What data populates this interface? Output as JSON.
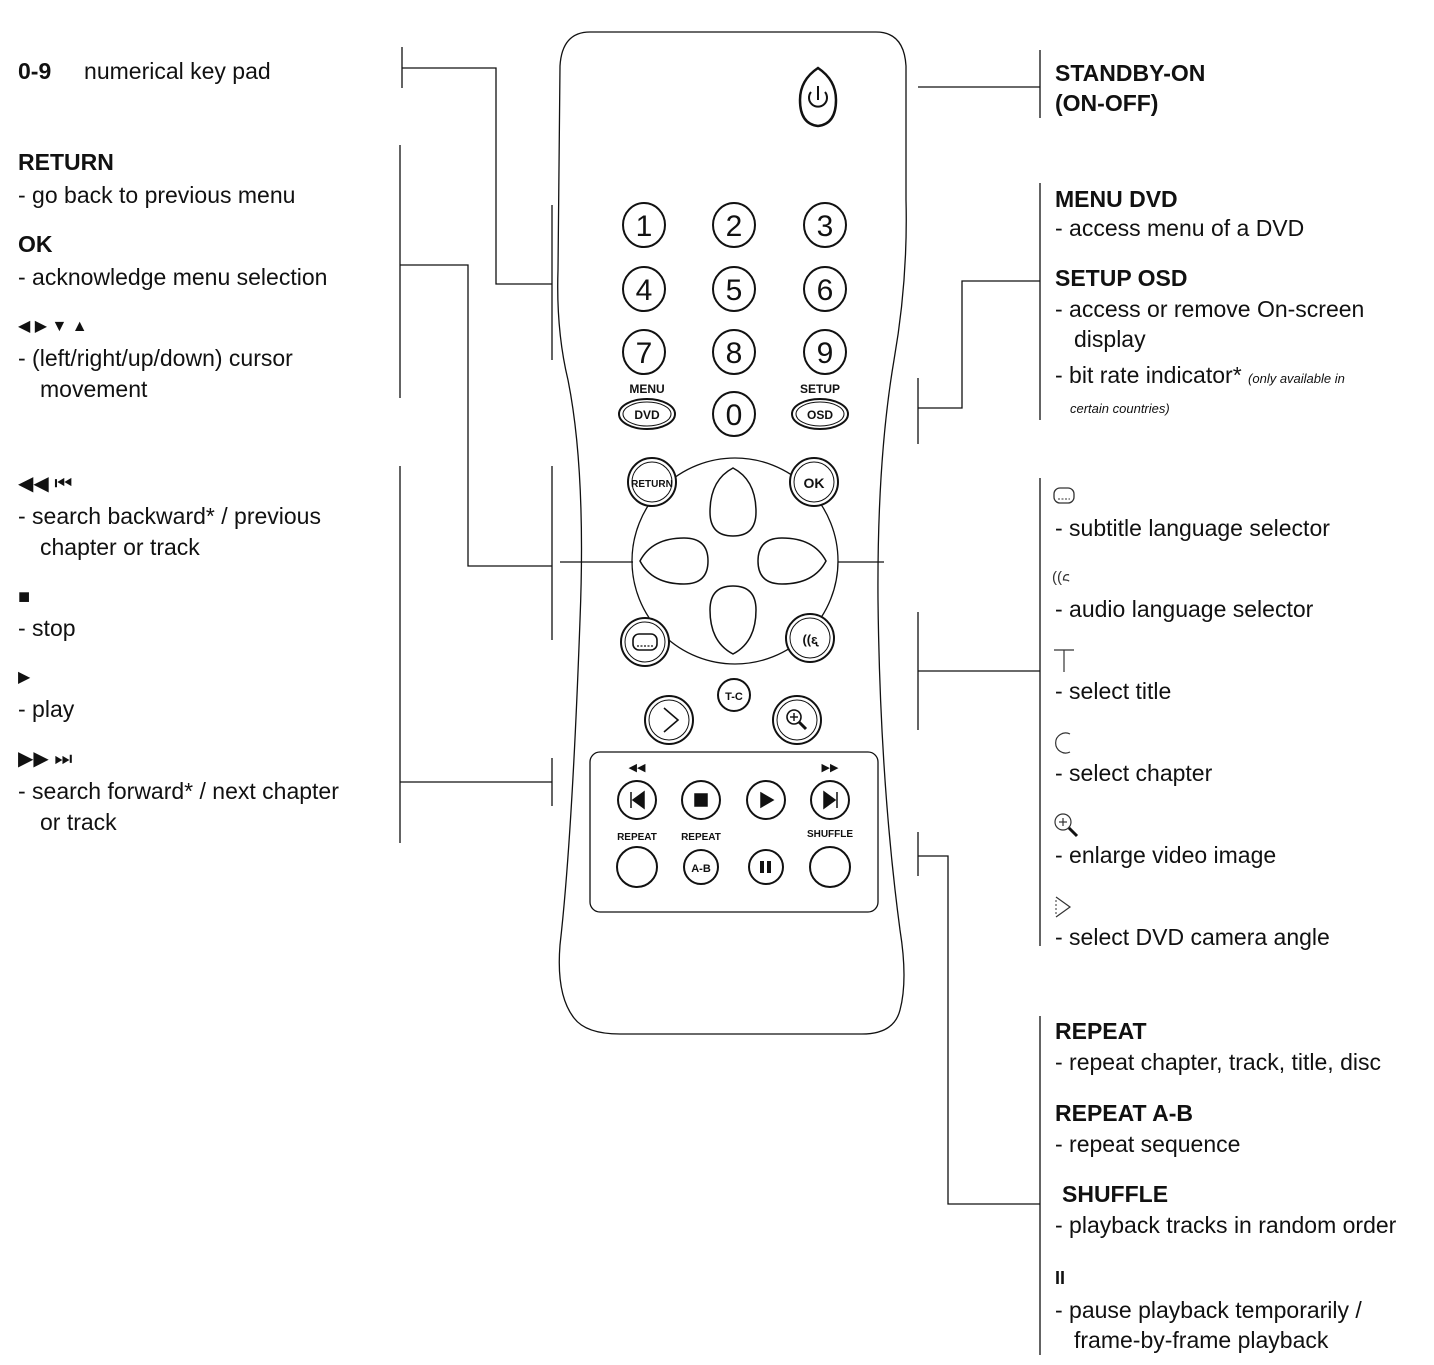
{
  "left": {
    "keypad": {
      "key": "0-9",
      "desc": "numerical key pad"
    },
    "return": {
      "title": "RETURN",
      "desc": "-  go back to previous menu"
    },
    "ok": {
      "title": "OK",
      "desc": "-  acknowledge menu selection"
    },
    "cursor": {
      "title": "◀ ▶ ▼ ▲",
      "desc1": "-  (left/right/up/down) cursor",
      "desc2": "movement"
    },
    "search_back": {
      "title": "◀◀   ⏮",
      "desc1": "-  search backward* / previous",
      "desc2": "chapter or track"
    },
    "stop": {
      "title": "■",
      "desc": "-  stop"
    },
    "play": {
      "title": "▶",
      "desc": "-  play"
    },
    "search_fwd": {
      "title": "▶▶   ⏭",
      "desc1": "-  search forward* / next chapter",
      "desc2": "or track"
    }
  },
  "right": {
    "standby": {
      "line1": "STANDBY-ON",
      "line2": "(ON-OFF)"
    },
    "menu_dvd": {
      "title": "MENU DVD",
      "desc": "- access menu of a DVD"
    },
    "setup_osd": {
      "title": "SETUP OSD",
      "desc1": "- access or remove On-screen",
      "desc2": "display",
      "desc3": "- bit rate indicator*",
      "note1": "(only available in",
      "note2": "certain countries)"
    },
    "subtitle": {
      "desc": "- subtitle language selector"
    },
    "audio": {
      "desc": "- audio language selector"
    },
    "title": {
      "desc": "- select title"
    },
    "chapter": {
      "desc": "- select chapter"
    },
    "zoom": {
      "desc": "- enlarge video image"
    },
    "angle": {
      "desc": "- select DVD camera angle"
    },
    "repeat": {
      "title": "REPEAT",
      "desc": "- repeat chapter, track, title, disc"
    },
    "repeat_ab": {
      "title": "REPEAT A-B",
      "desc": "- repeat sequence"
    },
    "shuffle": {
      "title": "SHUFFLE",
      "desc": "- playback tracks in random order"
    },
    "pause": {
      "title": "II",
      "desc1": "- pause playback temporarily /",
      "desc2": "frame-by-frame playback"
    }
  },
  "remote": {
    "digits": [
      "1",
      "2",
      "3",
      "4",
      "5",
      "6",
      "7",
      "8",
      "9",
      "0"
    ],
    "menu_label": "MENU",
    "dvd_label": "DVD",
    "setup_label": "SETUP",
    "osd_label": "OSD",
    "return_label": "RETURN",
    "ok_label": "OK",
    "tc_label": "T-C",
    "rew_label": "◀◀",
    "ff_label": "▶▶",
    "repeat_label": "REPEAT",
    "repeat_ab_label": "REPEAT",
    "ab_label": "A-B",
    "shuffle_label": "SHUFFLE"
  }
}
